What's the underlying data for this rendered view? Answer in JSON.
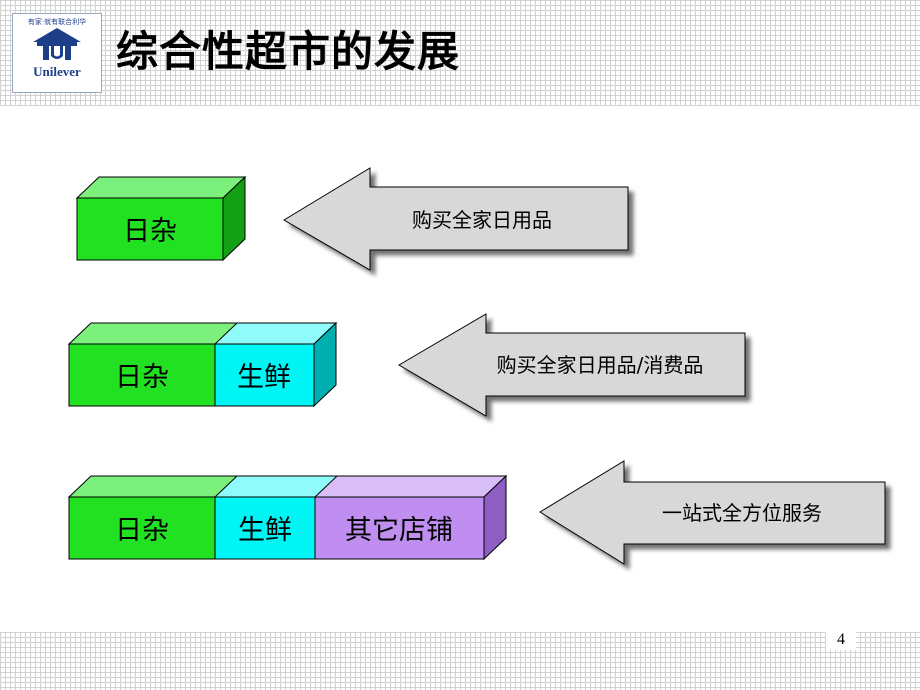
{
  "slide": {
    "title": "综合性超市的发展",
    "page_number": "4"
  },
  "logo": {
    "brand": "Unilever",
    "motto": "有家·就有联合利华",
    "icon": "unilever-house-icon",
    "color": "#1d3f8a"
  },
  "rows": [
    {
      "blocks": [
        {
          "label": "日杂",
          "color": "#22e022"
        }
      ],
      "arrow_text": "购买全家日用品"
    },
    {
      "blocks": [
        {
          "label": "日杂",
          "color": "#22e022"
        },
        {
          "label": "生鲜",
          "color": "#00f5f5"
        }
      ],
      "arrow_text": "购买全家日用品/消费品"
    },
    {
      "blocks": [
        {
          "label": "日杂",
          "color": "#22e022"
        },
        {
          "label": "生鲜",
          "color": "#00f5f5"
        },
        {
          "label": "其它店铺",
          "color": "#c08ef0"
        }
      ],
      "arrow_text": "一站式全方位服务"
    }
  ]
}
